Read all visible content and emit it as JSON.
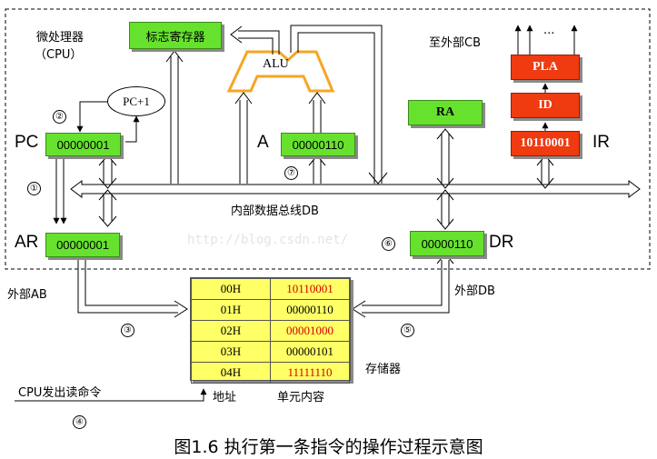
{
  "labels": {
    "cpu_title": "微处理器",
    "cpu_sub": "（CPU）",
    "external_cb": "至外部CB",
    "dots": "···",
    "pc": "PC",
    "a": "A",
    "ar": "AR",
    "dr": "DR",
    "ir": "IR",
    "internal_bus": "内部数据总线DB",
    "ext_ab": "外部AB",
    "ext_db": "外部DB",
    "memory": "存储器",
    "address": "地址",
    "cell_content": "单元内容",
    "read_cmd": "CPU发出读命令",
    "watermark": "http://blog.csdn.net/",
    "caption": "图1.6 执行第一条指令的操作过程示意图"
  },
  "registers": {
    "flags": "标志寄存器",
    "alu": "ALU",
    "pc_inc": "PC+1",
    "pc": "00000001",
    "a": "00000110",
    "ar": "00000001",
    "dr": "00000110",
    "ra": "RA",
    "pla": "PLA",
    "id": "ID",
    "ir": "10110001"
  },
  "steps": [
    "①",
    "②",
    "③",
    "④",
    "⑤",
    "⑥",
    "⑦"
  ],
  "memory": [
    {
      "addr": "00H",
      "value": "10110001",
      "highlight": true
    },
    {
      "addr": "01H",
      "value": "00000110",
      "highlight": false
    },
    {
      "addr": "02H",
      "value": "00001000",
      "highlight": true
    },
    {
      "addr": "03H",
      "value": "00000101",
      "highlight": false
    },
    {
      "addr": "04H",
      "value": "11111110",
      "highlight": true
    }
  ],
  "colors": {
    "register": "#66e22e",
    "control": "#f03a10",
    "memory": "#ffff66",
    "alu": "#f5a623",
    "highlight": "#d40000"
  }
}
